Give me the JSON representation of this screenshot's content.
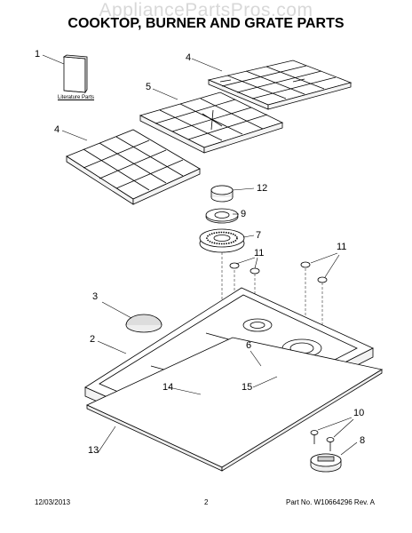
{
  "watermark": "AppliancePartsPros.com",
  "title": "COOKTOP, BURNER AND GRATE PARTS",
  "literature_label": "Literature Parts",
  "callouts": {
    "c1": "1",
    "c4a": "4",
    "c5": "5",
    "c4b": "4",
    "c12": "12",
    "c9": "9",
    "c7": "7",
    "c11a": "11",
    "c11b": "11",
    "c3": "3",
    "c2": "2",
    "c6": "6",
    "c14": "14",
    "c15": "15",
    "c10": "10",
    "c8": "8",
    "c13": "13"
  },
  "footer": {
    "date": "12/03/2013",
    "page": "2",
    "part_no": "Part No.  W10664296  Rev.  A"
  }
}
